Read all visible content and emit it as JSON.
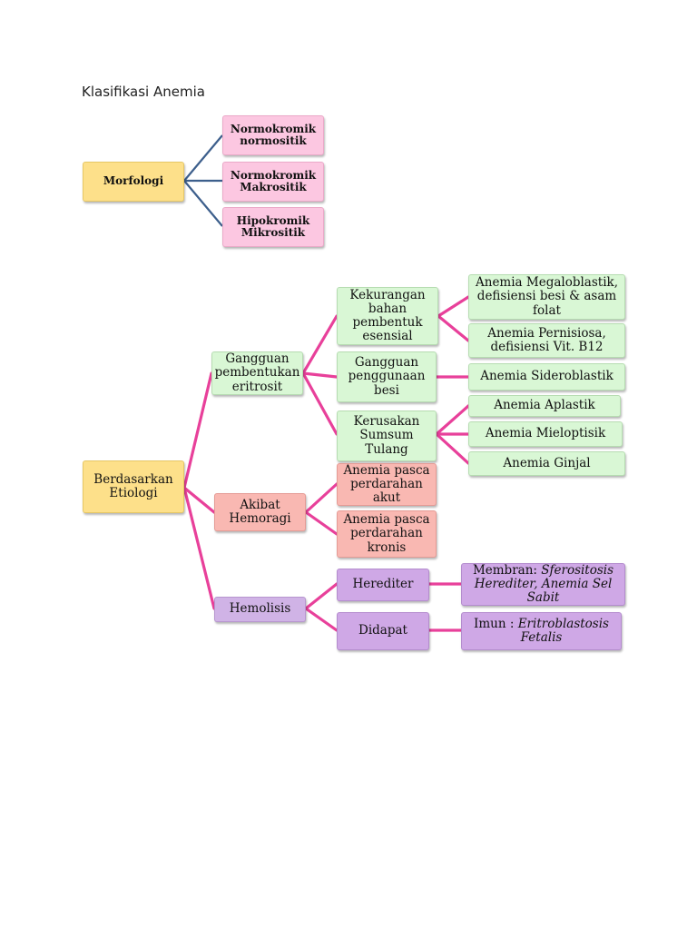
{
  "title": "Klasifikasi Anemia",
  "morfologi": {
    "root": "Morfologi",
    "children": [
      "Normokromik normositik",
      "Normokromik Makrositik",
      "Hipokromik Mikrositik"
    ]
  },
  "etiologi": {
    "root": "Berdasarkan Etiologi",
    "gangguan_pembentukan": "Gangguan pembentukan eritrosit",
    "kekurangan": "Kekurangan bahan pembentuk esensial",
    "megaloblastik": "Anemia Megaloblastik, defisiensi besi & asam folat",
    "pernisiosa": "Anemia Pernisiosa, defisiensi Vit. B12",
    "gangguan_penggunaan": "Gangguan penggunaan besi",
    "sideroblastik": "Anemia Sideroblastik",
    "kerusakan": "Kerusakan Sumsum Tulang",
    "aplastik": "Anemia Aplastik",
    "mieloptisik": "Anemia Mieloptisik",
    "ginjal": "Anemia Ginjal",
    "akibat_hemoragi": "Akibat Hemoragi",
    "pasca_akut": "Anemia pasca perdarahan akut",
    "pasca_kronis": "Anemia pasca perdarahan kronis",
    "hemolisis": "Hemolisis",
    "herediter": "Herediter",
    "didapat": "Didapat",
    "membran_label": "Membran:",
    "membran_italic": "Sferositosis Herediter, Anemia Sel Sabit",
    "imun_label": "Imun :",
    "imun_italic": "Eritroblastosis Fetalis"
  },
  "colors": {
    "morfologi_link": "#3d5f8c",
    "etiologi_link": "#e8409a",
    "yellow": "#fde08a",
    "pink": "#fcc7e1",
    "green": "#d9f7d5",
    "salmon": "#f9b8b2",
    "purple": "#cfa8e6"
  }
}
